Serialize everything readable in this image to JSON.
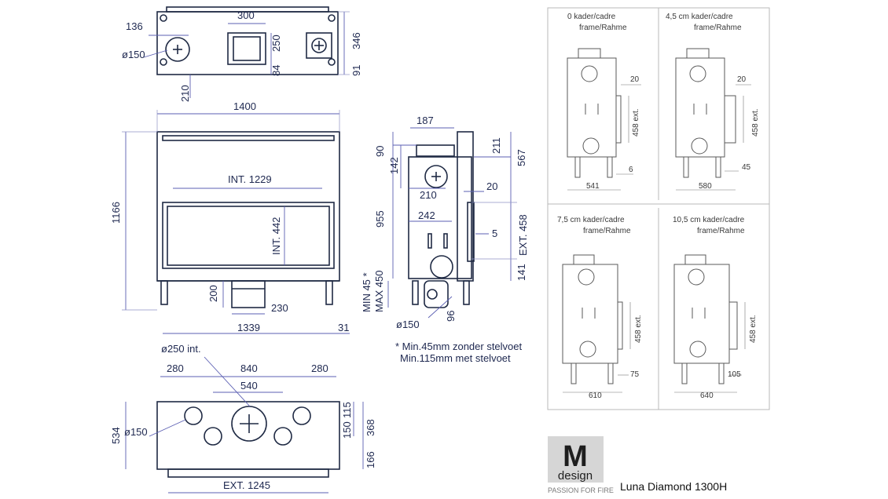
{
  "top_view": {
    "d136": "136",
    "d300": "300",
    "d150": "ø150",
    "d250": "250",
    "d84": "84",
    "d346": "346",
    "d91": "91",
    "d210": "210"
  },
  "front_view": {
    "d1400": "1400",
    "int1229": "INT. 1229",
    "int442": "INT. 442",
    "d1166": "1166",
    "d200": "200",
    "d230": "230",
    "d1339": "1339",
    "d31": "31"
  },
  "side_view": {
    "d187": "187",
    "d90": "90",
    "d142": "142",
    "d211": "211",
    "d567": "567",
    "d210": "210",
    "d20": "20",
    "d955": "955",
    "d242": "242",
    "ext458": "EXT. 458",
    "d5": "5",
    "d141": "141",
    "min45": "MIN 45 *",
    "max450": "MAX 450",
    "d150": "ø150",
    "d96": "96"
  },
  "note": {
    "line1": "* Min.45mm zonder stelvoet",
    "line2": "Min.115mm met stelvoet"
  },
  "bottom_view": {
    "d250int": "ø250 int.",
    "d280a": "280",
    "d840": "840",
    "d280b": "280",
    "d540": "540",
    "d534": "534",
    "d150": "ø150",
    "d150b": "150",
    "d115": "115",
    "d368": "368",
    "d166": "166",
    "ext1245": "EXT. 1245"
  },
  "panels": [
    {
      "title1": "0  kader/cadre",
      "title2": "frame/Rahme",
      "top": "20",
      "ext": "458 ext.",
      "side": "6",
      "width": "541"
    },
    {
      "title1": "4,5 cm  kader/cadre",
      "title2": "frame/Rahme",
      "top": "20",
      "ext": "458 ext.",
      "side": "45",
      "width": "580"
    },
    {
      "title1": "7,5 cm kader/cadre",
      "title2": "frame/Rahme",
      "ext": "458 ext.",
      "side": "75",
      "width": "610"
    },
    {
      "title1": "10,5 cm kader/cadre",
      "title2": "frame/Rahme",
      "ext": "458 ext.",
      "side": "105",
      "width": "640"
    }
  ],
  "brand": {
    "logo_letter": "M",
    "logo_word": "design",
    "tagline": "PASSION FOR FIRE",
    "model": "Luna Diamond 1300H"
  }
}
